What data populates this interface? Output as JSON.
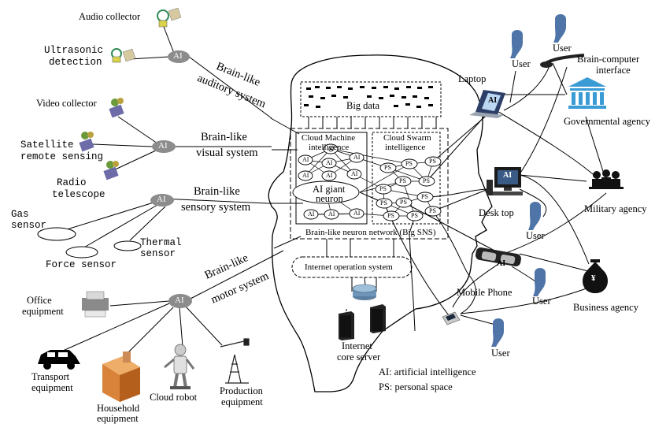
{
  "hub_label": "AI",
  "neuron_ai": "AI",
  "neuron_ps": "PS",
  "systems": {
    "auditory": [
      "Brain-like",
      "auditory system"
    ],
    "visual": [
      "Brain-like",
      "visual system"
    ],
    "sensory": [
      "Brain-like",
      "sensory system"
    ],
    "motor": [
      "Brain-like",
      "motor system"
    ]
  },
  "inputs": {
    "audio_collector": "Audio collector",
    "ultrasonic": [
      "Ultrasonic",
      "detection"
    ],
    "video_collector": "Video collector",
    "satellite": [
      "Satellite",
      "remote sensing"
    ],
    "radio_telescope": [
      "Radio",
      "telescope"
    ],
    "gas_sensor": [
      "Gas",
      "sensor"
    ],
    "force_sensor": "Force sensor",
    "thermal_sensor": [
      "Thermal",
      "sensor"
    ]
  },
  "outputs": {
    "office_equipment": [
      "Office",
      "equipment"
    ],
    "transport_equipment": [
      "Transport",
      "equipment"
    ],
    "household_equipment": [
      "Household",
      "equipment"
    ],
    "cloud_robot": "Cloud robot",
    "production_equipment": [
      "Production",
      "equipment"
    ]
  },
  "brain": {
    "big_data": "Big data",
    "cloud_machine": [
      "Cloud Machine",
      "intelligence"
    ],
    "cloud_swarm": [
      "Cloud Swarm",
      "intelligence"
    ],
    "giant_neuron": [
      "AI giant",
      "neuron"
    ],
    "network": "Brain-like neuron network (Big SNS)",
    "internet_os": "Internet operation system",
    "core_server": [
      "Internet",
      "core server"
    ]
  },
  "agents": {
    "laptop": "Laptop",
    "desk_top": "Desk top",
    "mobile_phone": "Mobile Phone",
    "user": "User",
    "bci": [
      "Brain-computer",
      "interface"
    ],
    "governmental": "Governmental agency",
    "military": "Military agency",
    "business": "Business agency"
  },
  "legend": {
    "ai": "AI: artificial intelligence",
    "ps": "PS: personal space"
  }
}
